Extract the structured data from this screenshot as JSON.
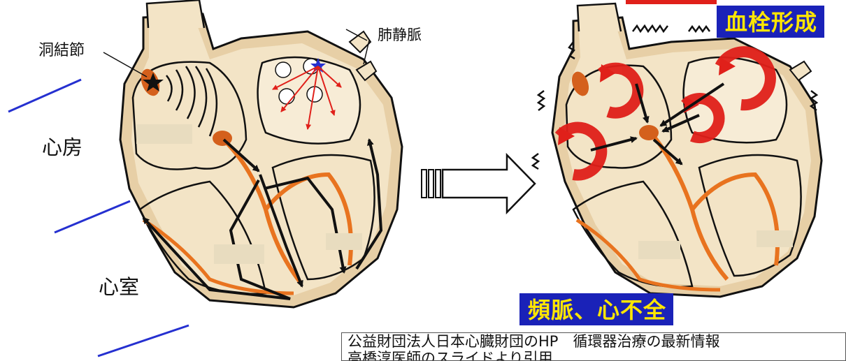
{
  "labels": {
    "sinus_node": "洞結節",
    "pulmonary_vein": "肺静脈",
    "atrium": "心房",
    "ventricle": "心室"
  },
  "badges": {
    "thrombus": "血栓形成",
    "tachycardia": "頻脈、心不全"
  },
  "caption": {
    "line1": "公益財団法人日本心臓財団のHP　循環器治療の最新情報",
    "line2": "高橋淳医師のスライドより引用"
  },
  "colors": {
    "heart_fill": "#f3e4c6",
    "heart_shade": "#d9bf97",
    "conduction": "#e8731f",
    "arrow_red": "#e0201a",
    "badge_bg": "#1a22b8",
    "badge_text": "#ffe600",
    "guide_line": "#2530d0"
  }
}
